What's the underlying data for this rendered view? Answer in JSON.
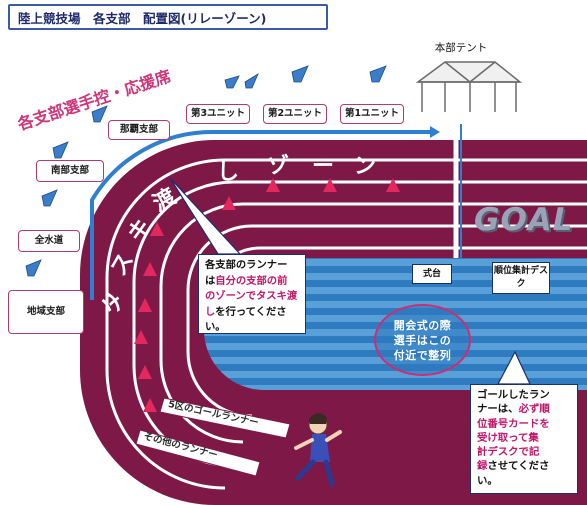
{
  "title": "陸上競技場　各支部　配置図(リレーゾーン)",
  "tent_label": "本部テント",
  "seating_label": "各支部選手控・応援席",
  "branches": [
    {
      "label": "第3ユニット"
    },
    {
      "label": "第2ユニット"
    },
    {
      "label": "第1ユニット"
    },
    {
      "label": "那覇支部"
    },
    {
      "label": "南部支部"
    },
    {
      "label": "全水道"
    },
    {
      "label": "地域支部"
    }
  ],
  "zone_chars": [
    "タ",
    "ス",
    "キ",
    "渡",
    "し",
    "ゾ",
    "ー",
    "ン"
  ],
  "goal_label": "GOAL",
  "callout_a": {
    "line1": "各支部のランナー",
    "line2_pre": "は",
    "line2_hl": "自分の支部の前",
    "line3_hl": "のゾーンでタスキ渡",
    "line4_hl": "し",
    "line4_post": "を行ってください。"
  },
  "stage_label": "式台",
  "ranking_desk_label": "順位集計デスク",
  "ceremony_text": [
    "開会式の際",
    "選手はこの",
    "付近で整列"
  ],
  "callout_b": {
    "l1": "ゴールしたラン",
    "l2_pre": "ナーは、",
    "l2_hl": "必ず順",
    "l3_hl": "位番号カードを",
    "l4_hl": "受け取って集",
    "l5_hl": "計デスクで記",
    "l6_hl": "録",
    "l6_post": "させてくださ",
    "l7": "い。"
  },
  "runner_labels": {
    "fifth_goal": "5区のゴールランナー",
    "other": "その他のランナー"
  },
  "colors": {
    "track": "#7d1847",
    "track_line": "#ffffff",
    "infield_stripe_a": "#2f7bc0",
    "infield_stripe_b": "#5aa0d8",
    "seating_text": "#d0357a",
    "title_border": "#3c5aa6",
    "flag": "#3a7dc9"
  }
}
